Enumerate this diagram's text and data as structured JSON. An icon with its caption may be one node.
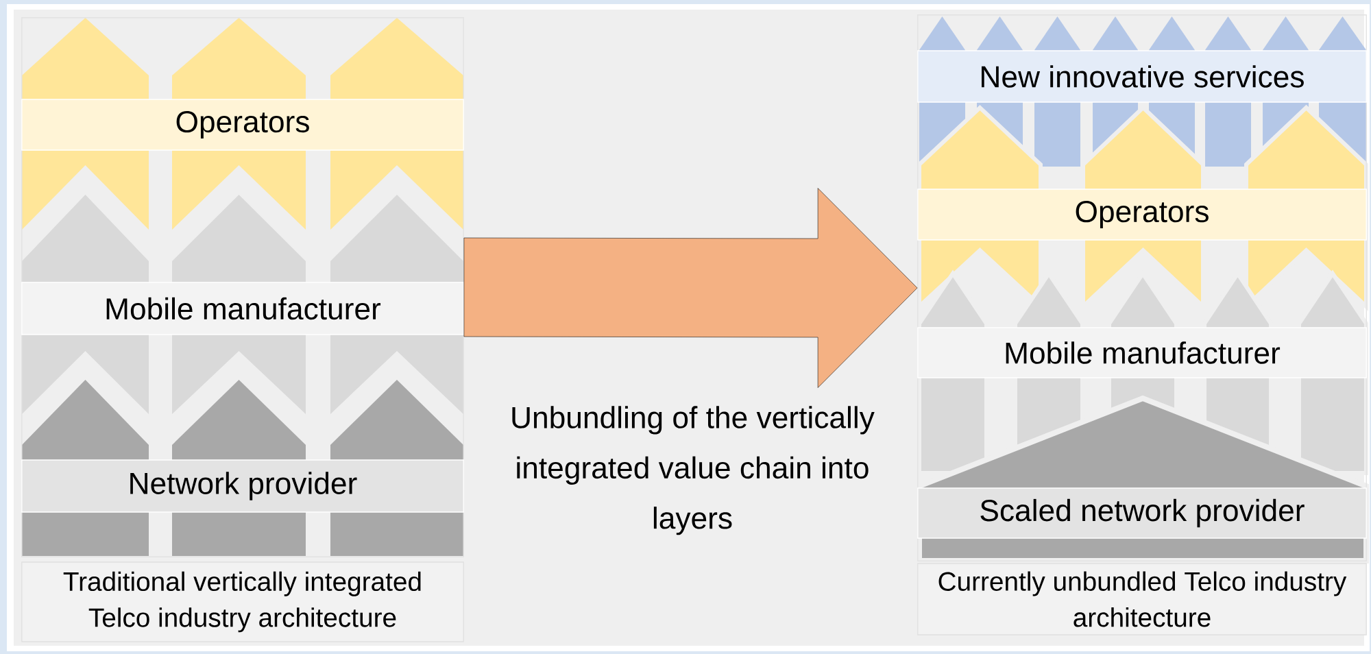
{
  "diagram": {
    "nodes": [
      {
        "text": [],
        "shape": "box"
      },
      {
        "text": [
          "Operators"
        ],
        "in": 0
      },
      {
        "text": [
          "Mobile manufacturer"
        ],
        "in": 0
      },
      {
        "text": [
          "Network provider"
        ],
        "in": 0
      },
      {
        "text": [
          "Traditional vertically integrated Telco industry architecture"
        ]
      },
      {
        "text": [],
        "shape": "box"
      },
      {
        "text": [
          "New innovative services"
        ],
        "in": 5
      },
      {
        "text": [
          "Operators"
        ],
        "in": 5
      },
      {
        "text": [
          "Mobile manufacturer"
        ],
        "in": 5
      },
      {
        "text": [
          "Scaled network provider"
        ],
        "in": 5
      },
      {
        "text": [
          "Currently unbundled Telco industry architecture"
        ]
      }
    ],
    "edges": [
      {
        "from": 0,
        "to": 5,
        "arrow": "to",
        "label": "Unbundling of the vertically integrated value chain into layers",
        "style": "thick",
        "color": "#f4b183"
      }
    ]
  }
}
